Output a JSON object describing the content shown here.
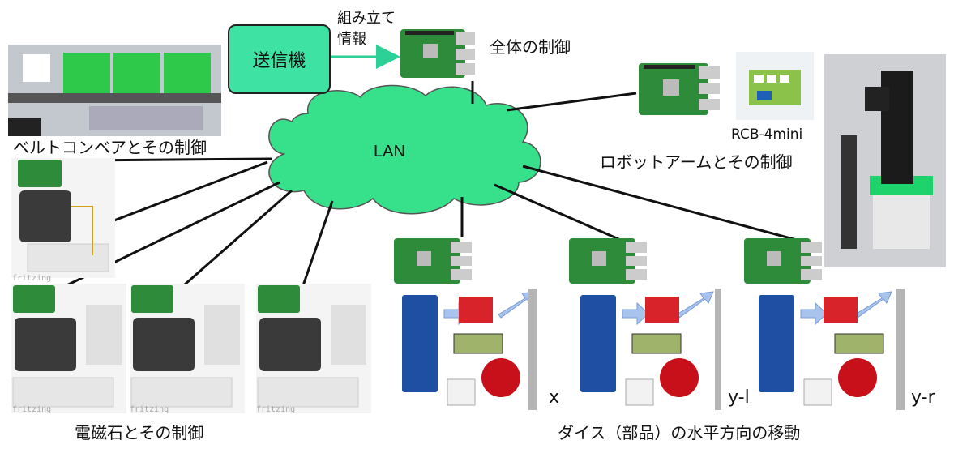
{
  "sender": {
    "label": "送信機"
  },
  "assembly_info": {
    "line1": "組み立て",
    "line2": "情報"
  },
  "labels": {
    "overall_control": "全体の制御",
    "lan": "LAN",
    "belt_conveyor": "ベルトコンベアとその制御",
    "robot_arm": "ロボットアームとその制御",
    "rcb": "RCB-4mini",
    "electromagnet": "電磁石とその制御",
    "dice_move": "ダイス（部品）の水平方向の移動"
  },
  "axes": {
    "x": "x",
    "yl": "y-l",
    "yr": "y-r"
  },
  "fritzing": "fritzing",
  "colors": {
    "cloud": "#37e08a",
    "sender": "#3ee3a4",
    "arrow": "#a9c4ec",
    "pcb": "#2e8b3a"
  }
}
